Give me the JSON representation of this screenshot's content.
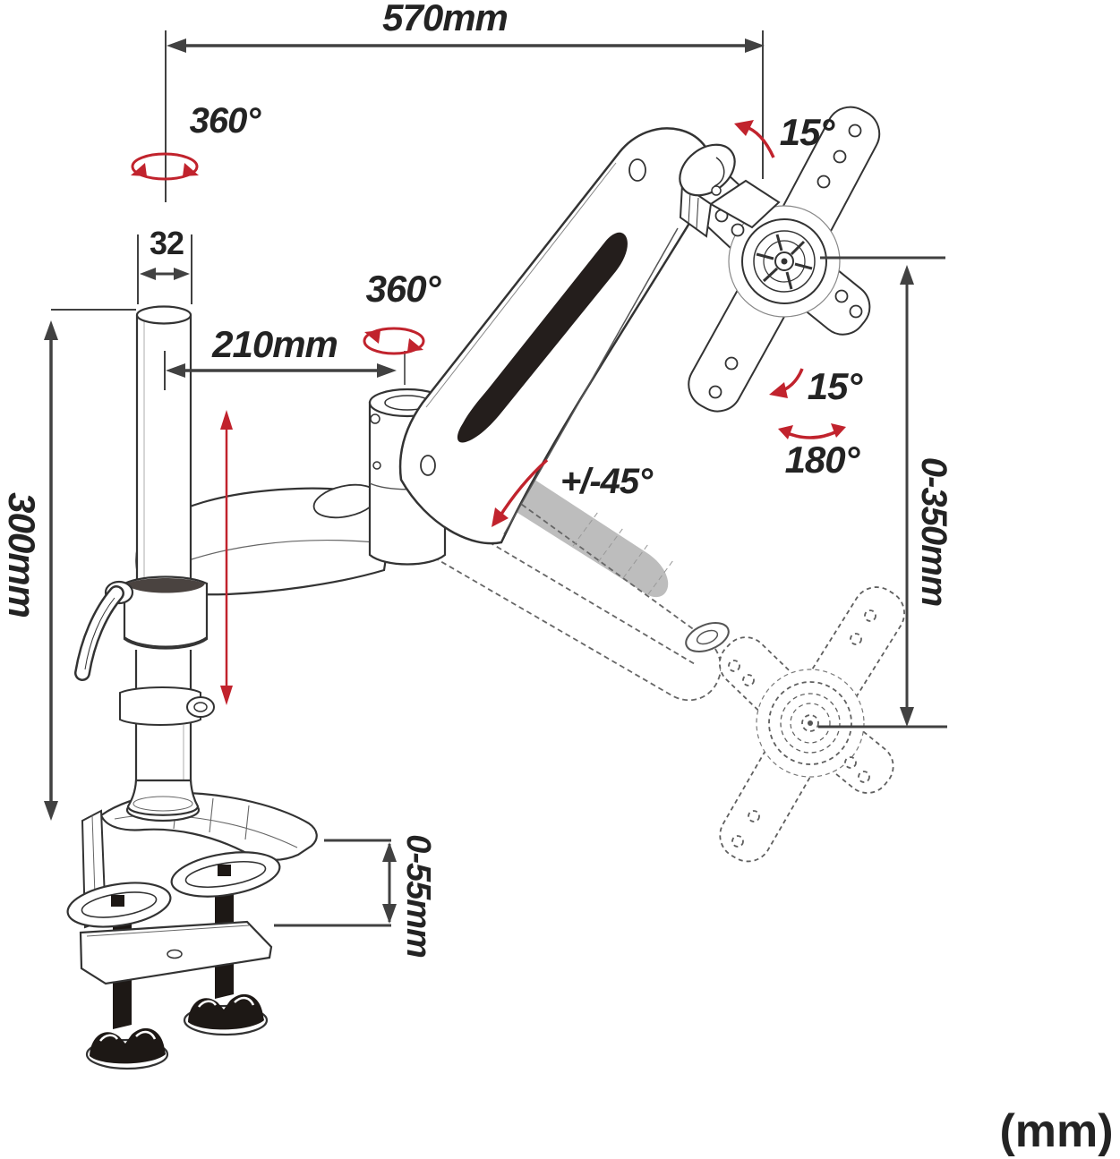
{
  "diagram": {
    "unit_note": "(mm)",
    "dimensions": {
      "horizontal_reach": "570mm",
      "base_rotation": "360°",
      "tilt_up": "15°",
      "pole_diameter": "32",
      "arm_length": "210mm",
      "arm_rotation": "360°",
      "gas_spring_swivel": "+/-45°",
      "tilt_down": "15°",
      "screen_rotation": "180°",
      "height_adjust_range": "0-350mm",
      "pole_height": "300mm",
      "clamp_thickness_range": "0-55mm"
    },
    "colors": {
      "line_art": "#333333",
      "dimension_lines": "#414141",
      "accent_red": "#c1232d",
      "phantom_gray": "#bdbdbd",
      "background": "#ffffff"
    }
  }
}
